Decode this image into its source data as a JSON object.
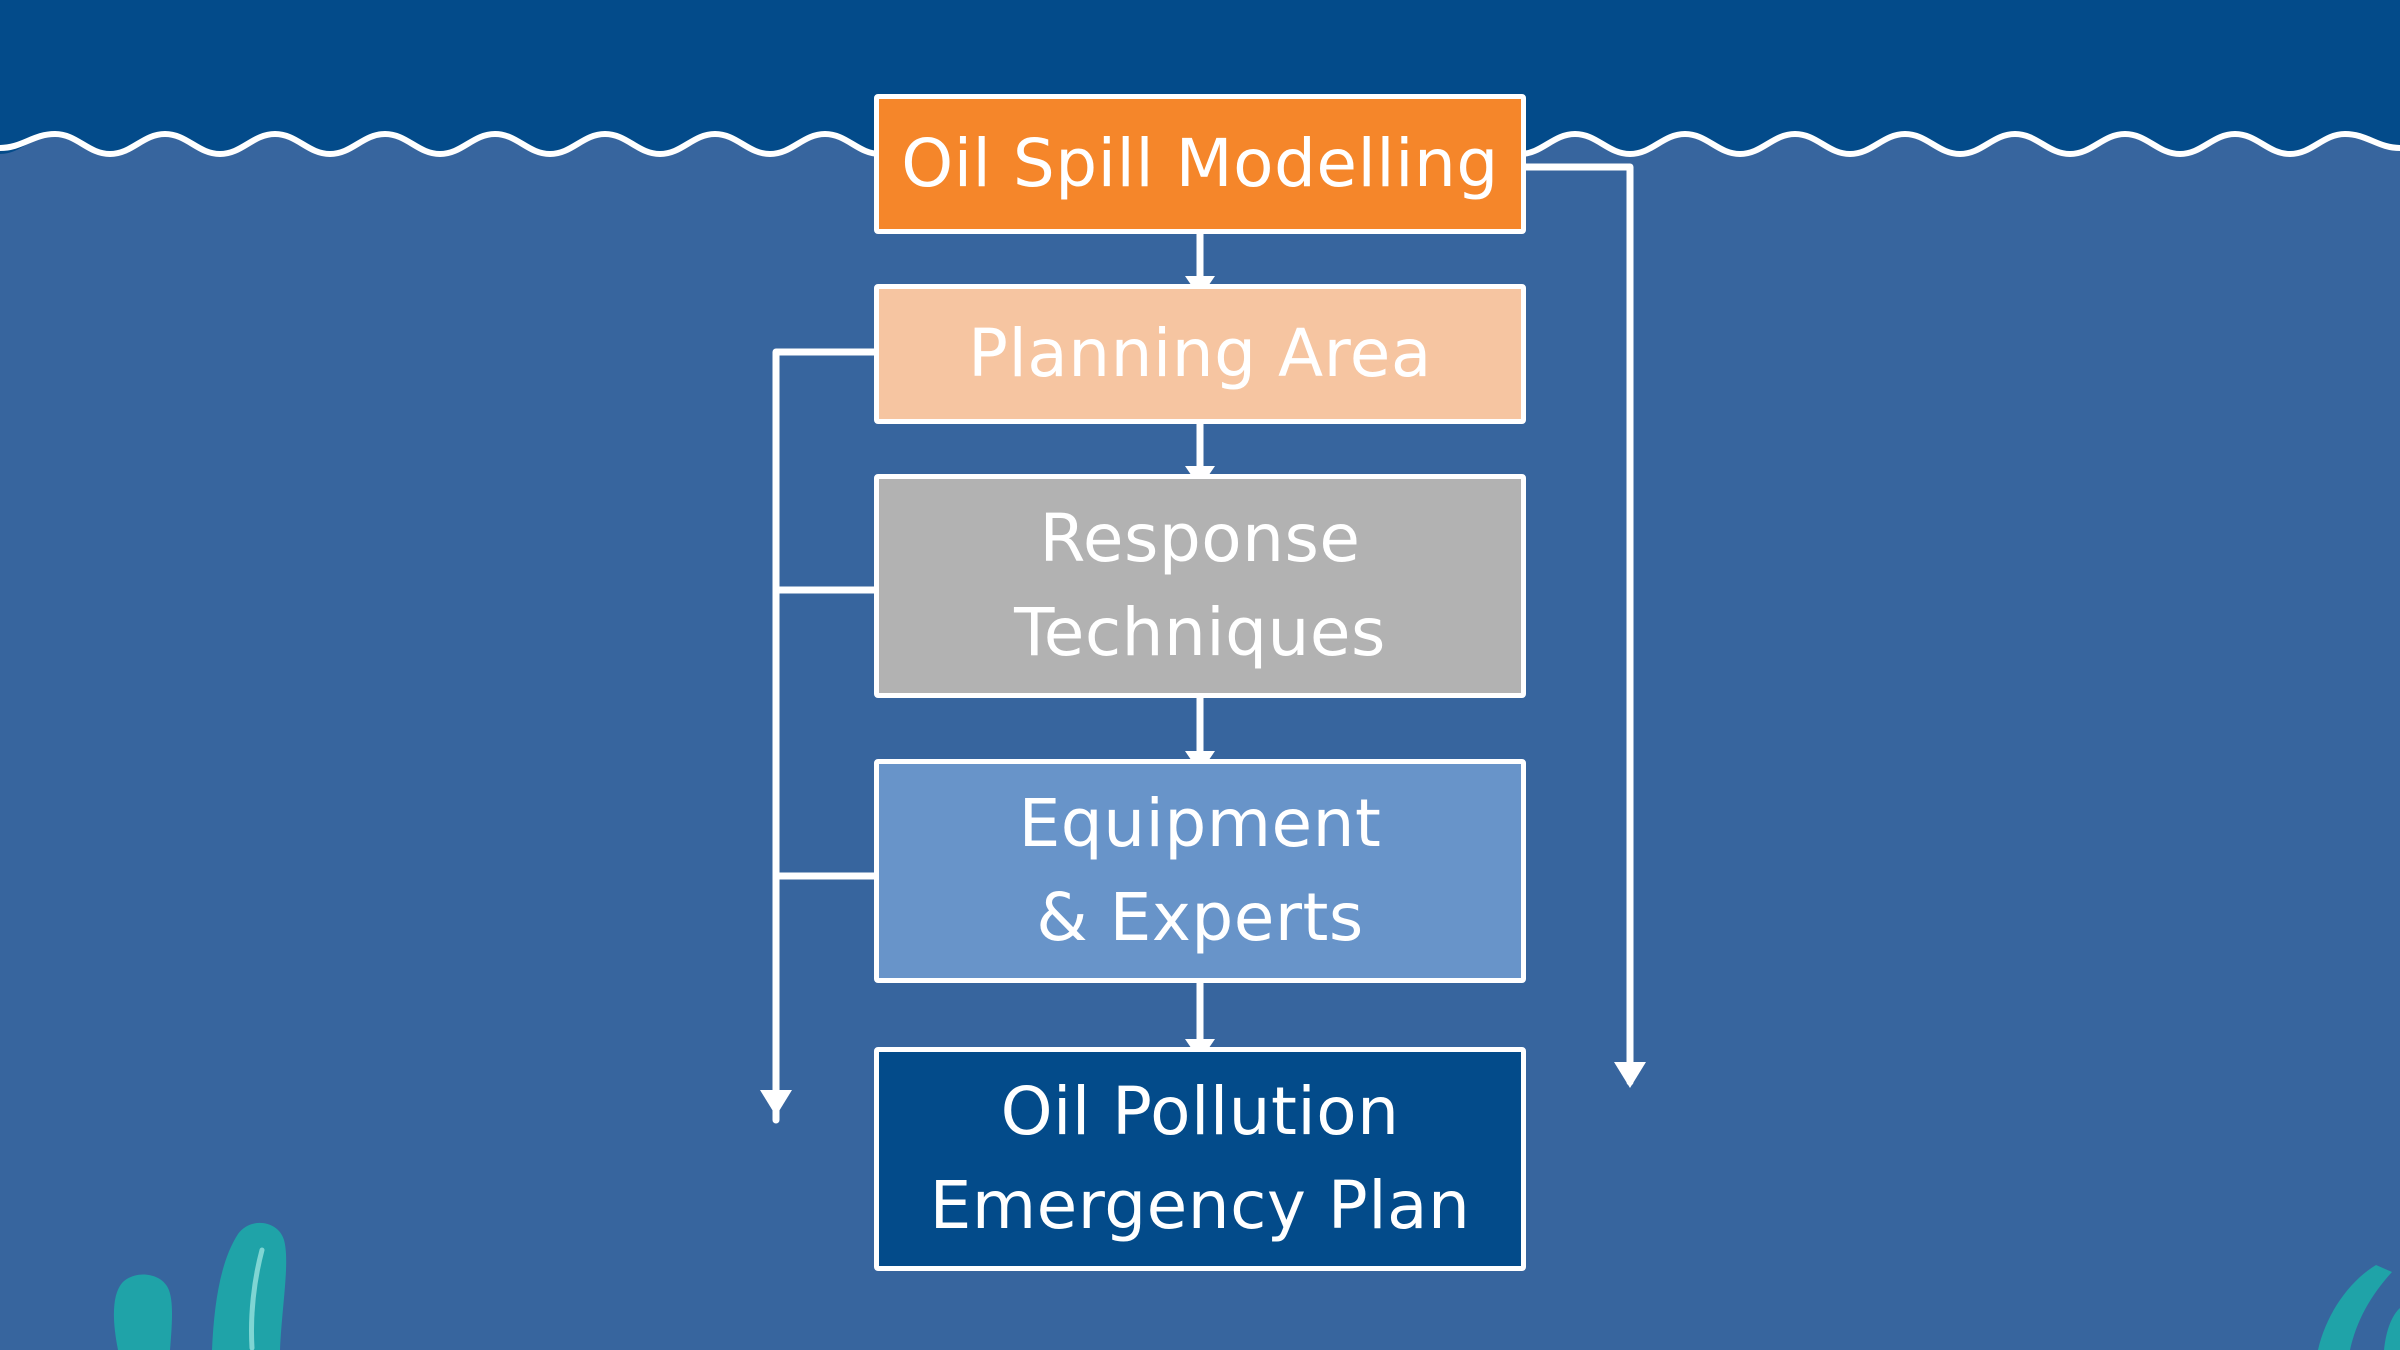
{
  "flowchart": {
    "nodes": [
      {
        "id": "oil-spill-modelling",
        "label": "Oil Spill Modelling",
        "fill": "#f5862a"
      },
      {
        "id": "planning-area",
        "label": "Planning Area",
        "fill": "#f6c5a1"
      },
      {
        "id": "response-techniques",
        "label": "Response\nTechniques",
        "fill": "#b2b2b2"
      },
      {
        "id": "equipment-experts",
        "label": "Equipment\n& Experts",
        "fill": "#6894c9"
      },
      {
        "id": "oil-pollution-emergency-plan",
        "label": "Oil Pollution\nEmergency Plan",
        "fill": "#034b8a"
      }
    ],
    "edges": [
      {
        "from": "oil-spill-modelling",
        "to": "planning-area"
      },
      {
        "from": "planning-area",
        "to": "response-techniques"
      },
      {
        "from": "response-techniques",
        "to": "equipment-experts"
      },
      {
        "from": "equipment-experts",
        "to": "oil-pollution-emergency-plan"
      },
      {
        "from": "planning-area",
        "to": "oil-pollution-emergency-plan",
        "route": "left"
      },
      {
        "from": "response-techniques",
        "to": "oil-pollution-emergency-plan",
        "route": "left"
      },
      {
        "from": "equipment-experts",
        "to": "oil-pollution-emergency-plan",
        "route": "left"
      },
      {
        "from": "oil-spill-modelling",
        "to": "oil-pollution-emergency-plan",
        "route": "right"
      }
    ]
  },
  "colors": {
    "sea": "#37659e",
    "sky": "#034b8a",
    "line": "#ffffff",
    "seaweed": "#1fa3a8"
  }
}
